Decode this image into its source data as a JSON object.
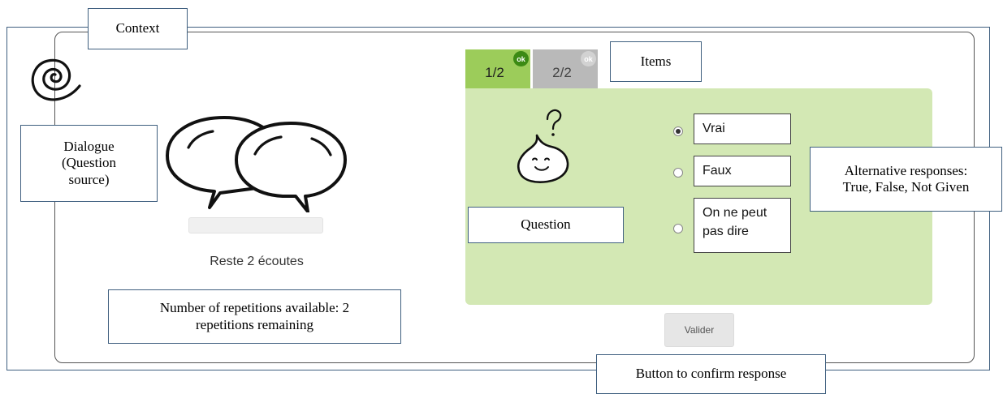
{
  "callouts": {
    "context": "Context",
    "items": "Items",
    "dialogue": "Dialogue\n(Question\nsource)",
    "question": "Question",
    "alternatives": "Alternative responses:\nTrue, False, Not Given",
    "repetitions": "Number of repetitions available:  2\nrepetitions remaining",
    "confirm": "Button to confirm response"
  },
  "tabs": [
    {
      "label": "1/2",
      "badge": "ok",
      "active": true
    },
    {
      "label": "2/2",
      "badge": "ok",
      "active": false
    }
  ],
  "options": [
    {
      "label": "Vrai",
      "selected": true
    },
    {
      "label": "Faux",
      "selected": false
    },
    {
      "label": "On ne peut\npas dire",
      "selected": false
    }
  ],
  "player": {
    "remaining_text": "Reste 2 écoutes",
    "progress": 0
  },
  "submit_label": "Valider",
  "colors": {
    "tab_active": "#9ccc5a",
    "tab_inactive": "#b9b9b9",
    "panel": "#d3e8b4",
    "callout_border": "#3f5f7f"
  },
  "icons": [
    "spiral-icon",
    "speech-bubbles-icon",
    "question-face-icon",
    "ok-badge-icon"
  ]
}
